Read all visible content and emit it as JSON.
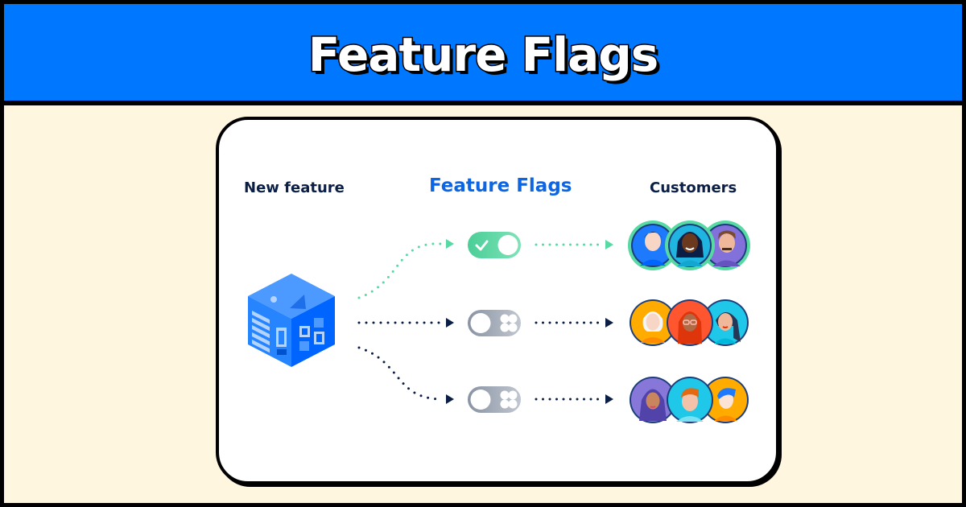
{
  "header": {
    "title": "Feature Flags"
  },
  "diagram": {
    "columns": {
      "left": "New feature",
      "middle": "Feature Flags",
      "right": "Customers"
    },
    "rows": [
      {
        "flag_state": "on",
        "toggle_icon": "check-icon",
        "path_color": "#57D9A3",
        "customers": [
          "customer-blue-woman",
          "customer-dark-woman-braids",
          "customer-man-mustache"
        ]
      },
      {
        "flag_state": "off",
        "toggle_icon": "x-icon",
        "path_color": "#0B1E45",
        "customers": [
          "customer-older-woman",
          "customer-woman-red-hijab",
          "customer-woman-dark-hair"
        ]
      },
      {
        "flag_state": "off",
        "toggle_icon": "x-icon",
        "path_color": "#0B1E45",
        "customers": [
          "customer-woman-purple-hijab",
          "customer-man-redhead",
          "customer-person-blue-hair"
        ]
      }
    ],
    "colors": {
      "header_bg": "#0077FF",
      "page_bg": "#FFF6E0",
      "accent_blue": "#0C66E4",
      "toggle_on": "#57D9A3",
      "toggle_off": "#A5ADBA",
      "navy": "#0B1E45"
    }
  }
}
